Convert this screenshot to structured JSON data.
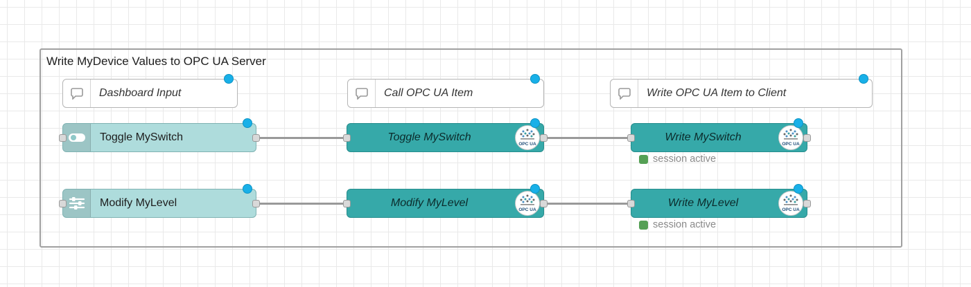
{
  "group": {
    "title": "Write MyDevice Values to OPC UA Server"
  },
  "comments": [
    {
      "label": "Dashboard Input"
    },
    {
      "label": "Call OPC UA Item"
    },
    {
      "label": "Write OPC UA Item to Client"
    }
  ],
  "rows": [
    {
      "input": {
        "label": "Toggle MySwitch",
        "icon": "toggle-switch-icon"
      },
      "call": {
        "label": "Toggle MySwitch"
      },
      "write": {
        "label": "Write MySwitch"
      },
      "status": "session active"
    },
    {
      "input": {
        "label": "Modify MyLevel",
        "icon": "sliders-icon"
      },
      "call": {
        "label": "Modify MyLevel"
      },
      "write": {
        "label": "Write MyLevel"
      },
      "status": "session active"
    }
  ],
  "badge": {
    "label": "OPC UA"
  },
  "colors": {
    "node_light": "#aedcdc",
    "node_teal": "#36a9a9",
    "changed_dot": "#18b0e8",
    "status_green": "#55a055",
    "wire": "#999999",
    "group_border": "#a0a0a0"
  }
}
